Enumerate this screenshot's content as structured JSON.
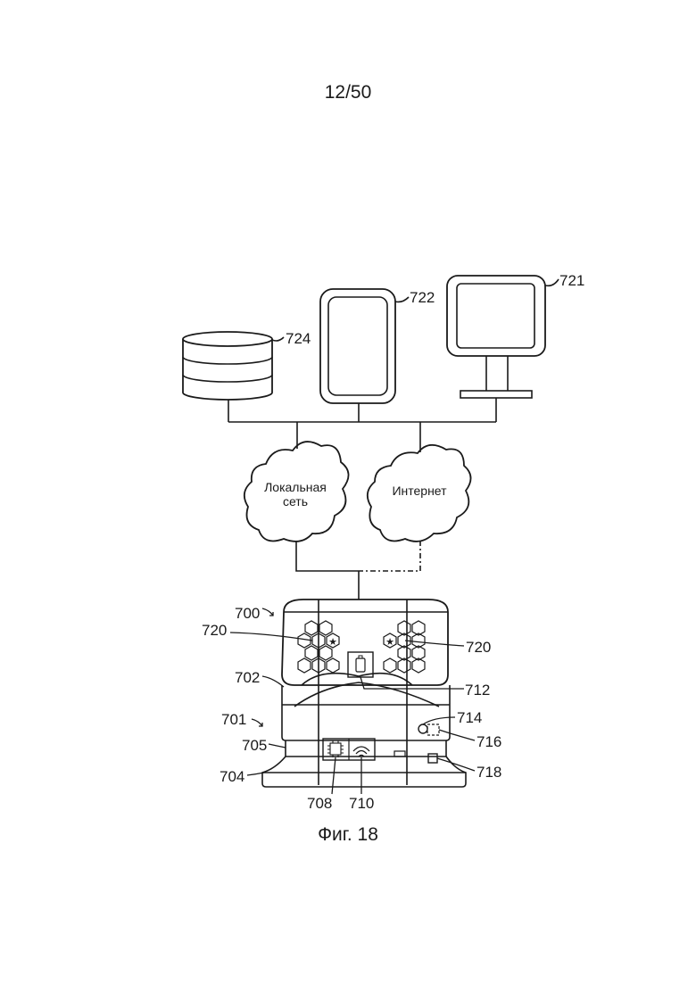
{
  "page_number": "12/50",
  "figure_caption": "Фиг. 18",
  "clouds": {
    "local_line1": "Локальная",
    "local_line2": "сеть",
    "internet": "Интернет"
  },
  "refs": {
    "r700": "700",
    "r701": "701",
    "r702": "702",
    "r704": "704",
    "r705": "705",
    "r708": "708",
    "r710": "710",
    "r712": "712",
    "r714": "714",
    "r716": "716",
    "r718": "718",
    "r720_left": "720",
    "r720_right": "720",
    "r721": "721",
    "r722": "722",
    "r724": "724"
  },
  "icons": [
    "database-icon",
    "tablet-icon",
    "monitor-icon",
    "cloud-icon",
    "chip-icon",
    "wifi-icon",
    "battery-icon",
    "star-icon"
  ]
}
